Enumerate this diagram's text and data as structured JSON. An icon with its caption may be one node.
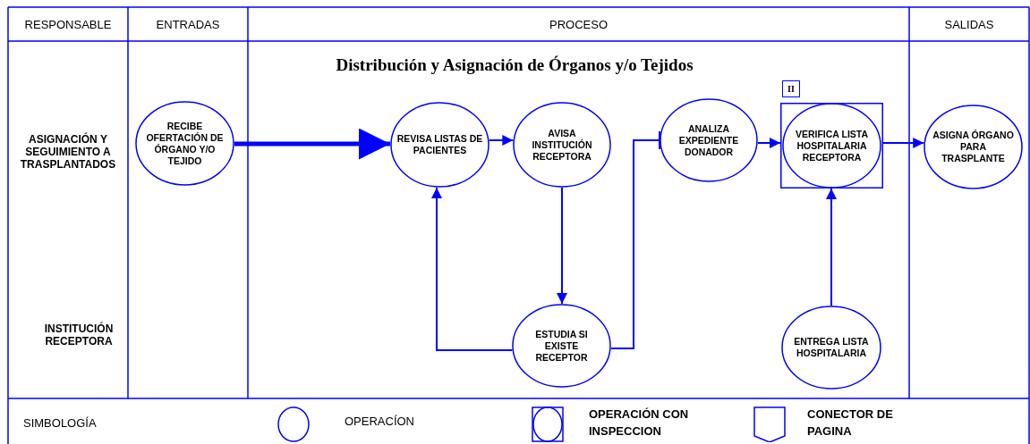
{
  "diagram": {
    "title": "Distribución y Asignación de Órganos y/o Tejidos",
    "nodes": [
      {
        "text": [
          "RECIBE OFERTACIÓN DE ÓRGANO Y/O TEJIDO"
        ]
      },
      {
        "text": [
          "REVISA LISTAS DE PACIENTES"
        ]
      },
      {
        "text": [
          "AVISA INSTITUCIÓN RECEPTORA"
        ]
      },
      {
        "text": [
          "ANALIZA EXPEDIENTE DONADOR"
        ]
      },
      {
        "text": [
          "VERIFICA LISTA HOSPITALARIA RECEPTORA"
        ],
        "beside": [
          "II"
        ]
      },
      {
        "text": [
          "ASIGNA ÓRGANO PARA TRASPLANTE"
        ]
      },
      {
        "text": [
          "ESTUDIA SI EXISTE RECEPTOR"
        ]
      },
      {
        "text": [
          "ENTREGA LISTA HOSPITALARIA"
        ]
      }
    ],
    "edges": [
      {
        "from": 0,
        "to": 1,
        "arrow": "to",
        "style": "thick"
      },
      {
        "from": 1,
        "to": 2,
        "arrow": "to"
      },
      {
        "from": 2,
        "to": 6,
        "arrow": "to"
      },
      {
        "from": 6,
        "to": 1,
        "arrow": "to"
      },
      {
        "from": 6,
        "to": 3,
        "arrow": "other"
      },
      {
        "from": 3,
        "to": 4,
        "arrow": "to"
      },
      {
        "from": 4,
        "to": 5,
        "arrow": "to"
      },
      {
        "from": 7,
        "to": 4,
        "arrow": "to"
      }
    ],
    "labels": [
      "RESPONSABLE",
      "ENTRADAS",
      "PROCESO",
      "SALIDAS",
      "ASIGNACIÓN Y SEGUIMIENTO A TRASPLANTADOS",
      "INSTITUCIÓN RECEPTORA",
      "SIMBOLOGÍA"
    ],
    "legend": [
      {
        "text": "OPERACÍON"
      },
      {
        "text": "OPERACIÓN CON INSPECCION"
      },
      {
        "text": "CONECTOR DE PAGINA"
      }
    ]
  }
}
